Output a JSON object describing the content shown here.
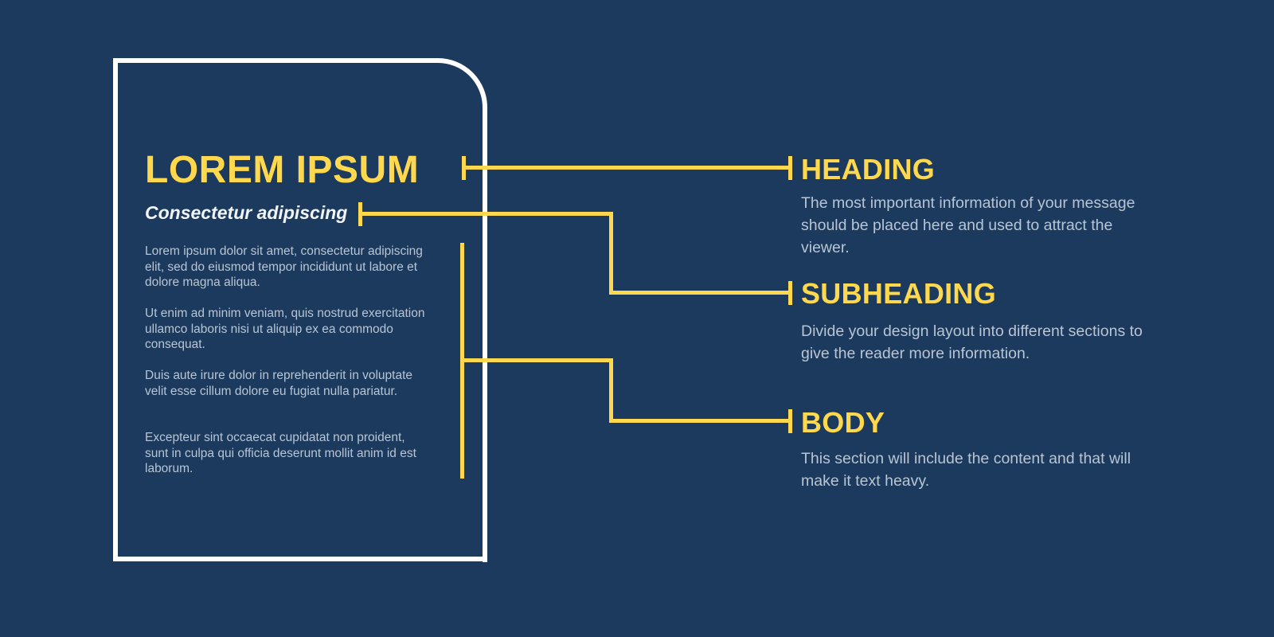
{
  "theme": {
    "background": "#1b3a5e",
    "accent_yellow": "#ffd84d",
    "frame_white": "#ffffff",
    "body_text": "#b9c5d3"
  },
  "left_panel": {
    "title": "LOREM IPSUM",
    "subtitle": "Consectetur adipiscing",
    "paragraphs": [
      "Lorem ipsum dolor sit amet, consectetur adipiscing elit, sed do eiusmod tempor incididunt ut labore et dolore magna aliqua.",
      "Ut enim ad minim veniam, quis nostrud exercitation ullamco laboris nisi ut aliquip ex ea commodo consequat.",
      "Duis aute irure dolor in reprehenderit in voluptate velit esse cillum dolore eu fugiat nulla pariatur.",
      "Excepteur sint occaecat cupidatat non proident, sunt in culpa qui officia deserunt mollit anim id est laborum."
    ]
  },
  "right_panel": {
    "items": [
      {
        "heading": "HEADING",
        "description": "The most important information of your message should be placed here and used to attract the viewer."
      },
      {
        "heading": "SUBHEADING",
        "description": "Divide your design layout into different sections to give the reader more information."
      },
      {
        "heading": "BODY",
        "description": "This section will include the content and that will make it text heavy."
      }
    ]
  }
}
